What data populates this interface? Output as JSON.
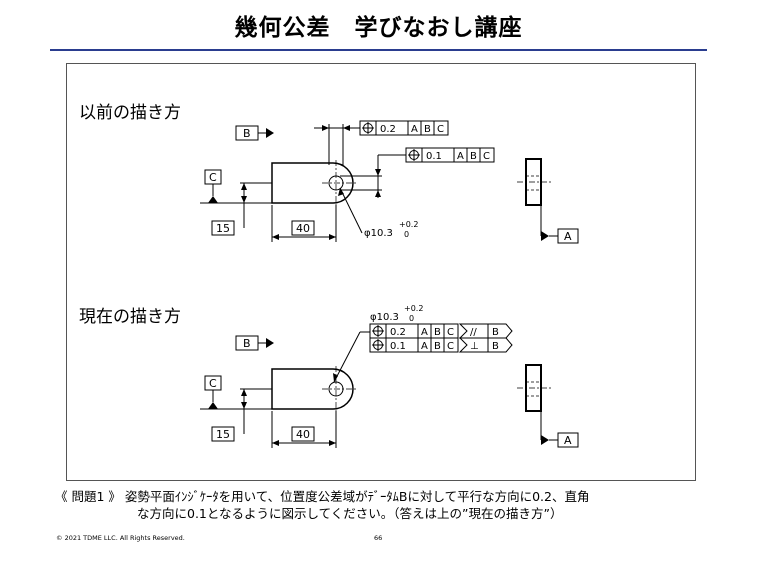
{
  "title": "幾何公差　学びなおし講座",
  "sections": {
    "before": {
      "heading": "以前の描き方"
    },
    "current": {
      "heading": "現在の描き方"
    }
  },
  "datums": {
    "a": "A",
    "b": "B",
    "c": "C"
  },
  "dims": {
    "d15": "15",
    "d40": "40"
  },
  "hole": {
    "diameter": "φ10.3",
    "tol_upper": "+0.2",
    "tol_lower": "0"
  },
  "frames": {
    "pos_02": {
      "symbol": "⌖",
      "value": "0.2",
      "d1": "A",
      "d2": "B",
      "d3": "C"
    },
    "pos_01": {
      "symbol": "⌖",
      "value": "0.1",
      "d1": "A",
      "d2": "B",
      "d3": "C"
    },
    "parallel": {
      "symbol": "//",
      "datum": "B"
    },
    "perpendicular": {
      "symbol": "⊥",
      "datum": "B"
    }
  },
  "problem": {
    "label": "《 問題1 》",
    "line1": "姿勢平面ｲﾝｼﾞｹｰﾀを用いて、位置度公差域がﾃﾞｰﾀﾑBに対して平行な方向に0.2、直角",
    "line2": "な方向に0.1となるように図示してください。（答えは上の”現在の描き方”）"
  },
  "footer": {
    "copyright": "© 2021 TDME LLC. All Rights Reserved.",
    "page": "66"
  }
}
